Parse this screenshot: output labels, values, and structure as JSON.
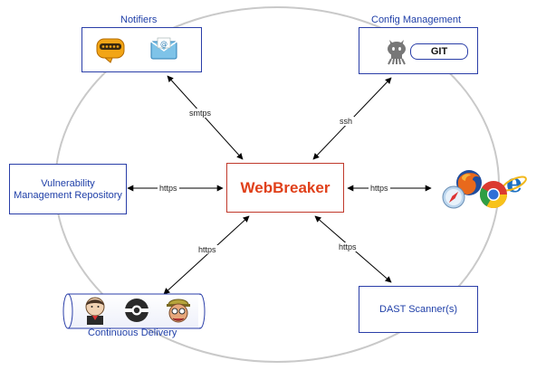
{
  "nodes": {
    "center": {
      "label": "WebBreaker"
    },
    "notifiers": {
      "caption": "Notifiers",
      "icons": [
        "message-bubble-icon",
        "email-envelope-icon"
      ]
    },
    "config": {
      "caption": "Config Management",
      "git_label": "GIT",
      "icons": [
        "octocat-icon"
      ]
    },
    "vuln_repo": {
      "line1": "Vulnerability",
      "line2": "Management Repository"
    },
    "browsers": {
      "icons": [
        "firefox-icon",
        "chrome-icon",
        "internet-explorer-icon",
        "safari-icon"
      ]
    },
    "ci": {
      "caption": "Continuous Delivery",
      "icons": [
        "jenkins-icon",
        "concourse-icon",
        "travis-icon"
      ]
    },
    "dast": {
      "label": "DAST Scanner(s)"
    }
  },
  "edges": {
    "notifiers": "smtps",
    "config": "ssh",
    "vuln_repo": "https",
    "browsers": "https",
    "ci": "https",
    "dast": "https"
  },
  "colors": {
    "accent": "#2a3ea8",
    "center_text": "#e0401a",
    "center_border": "#c0392b"
  }
}
